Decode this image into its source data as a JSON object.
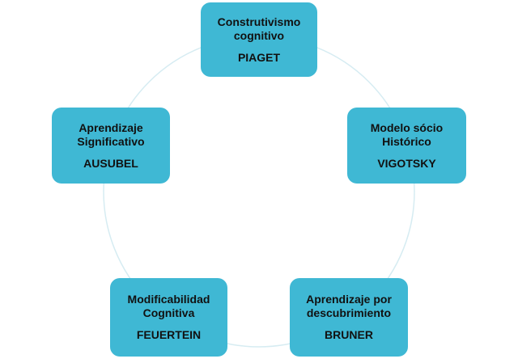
{
  "colors": {
    "node_fill": "#3fb8d4",
    "ring_stroke": "#d6ecf2",
    "text": "#111111"
  },
  "nodes": [
    {
      "title": "Construtivismo\ncognitivo",
      "author": "PIAGET"
    },
    {
      "title": "Modelo sócio\nHistórico",
      "author": "VIGOTSKY"
    },
    {
      "title": "Aprendizaje por\ndescubrimiento",
      "author": "BRUNER"
    },
    {
      "title": "Modificabilidad\nCognitiva",
      "author": "FEUERTEIN"
    },
    {
      "title": "Aprendizaje\nSignificativo",
      "author": "AUSUBEL"
    }
  ]
}
